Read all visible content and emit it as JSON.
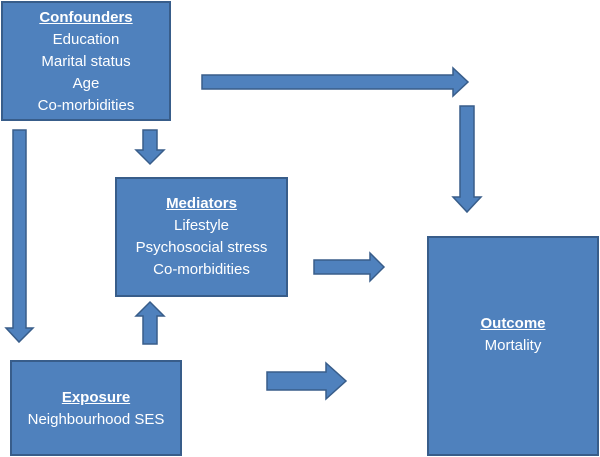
{
  "confounders": {
    "heading": "Confounders",
    "items": [
      "Education",
      "Marital status",
      "Age",
      "Co-morbidities"
    ]
  },
  "mediators": {
    "heading": "Mediators",
    "items": [
      "Lifestyle",
      "Psychosocial stress",
      "Co-morbidities"
    ]
  },
  "exposure": {
    "heading": "Exposure",
    "items": [
      "Neighbourhood SES"
    ]
  },
  "outcome": {
    "heading": "Outcome",
    "items": [
      "Mortality"
    ]
  },
  "colors": {
    "box_fill": "#4f81bd",
    "box_border": "#385d8a",
    "text": "#ffffff"
  }
}
